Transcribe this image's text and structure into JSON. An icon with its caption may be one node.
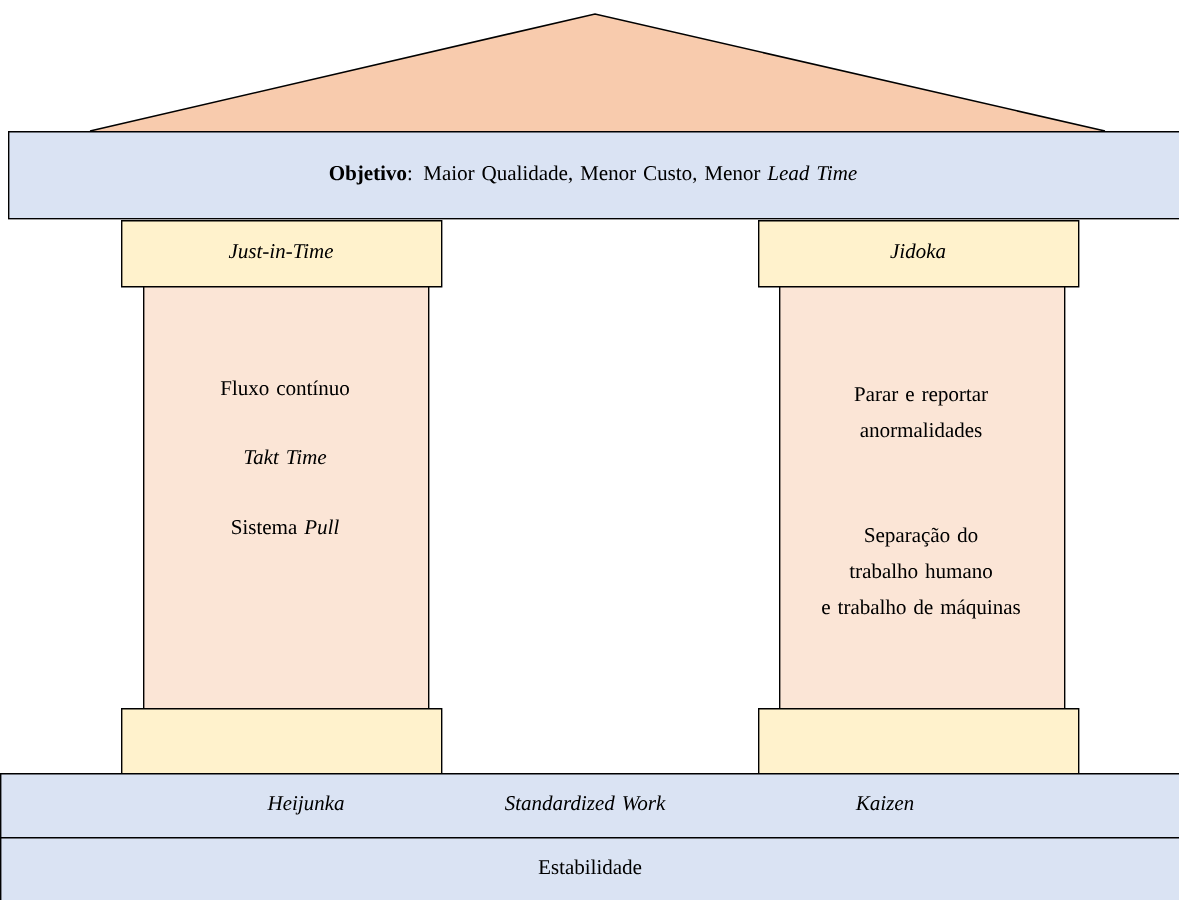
{
  "diagram": {
    "nodes": [
      {
        "text": [
          "**Objetivo**: Maior Qualidade, Menor Custo, Menor *Lead Time*"
        ]
      },
      {
        "text": [
          "Just-in-Time"
        ]
      },
      {
        "text": [
          "Fluxo contínuo",
          "Takt Time",
          "Sistema *Pull*"
        ]
      },
      {
        "text": [],
        "shape": "box"
      },
      {
        "text": [
          "Jidoka"
        ]
      },
      {
        "text": [
          "Parar e reportar anormalidades",
          "Separação do trabalho humano e trabalho de máquinas"
        ]
      },
      {
        "text": [],
        "shape": "box"
      },
      {
        "text": [
          "Heijunka",
          "Standardized Work",
          "Kaizen"
        ]
      },
      {
        "text": [
          "Estabilidade"
        ]
      }
    ],
    "edges": []
  }
}
